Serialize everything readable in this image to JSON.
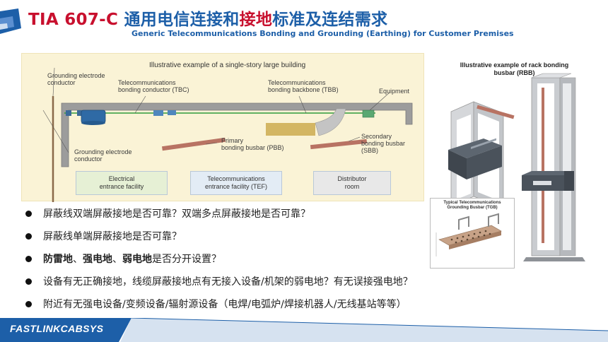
{
  "header": {
    "title_prefix": "TIA 607-C ",
    "title_part1": "通用电信连接和",
    "title_highlight": "接地",
    "title_part2": "标准及连结需求",
    "subtitle": "Generic Telecommunications Bonding and Grounding (Earthing) for Customer Premises"
  },
  "diagram": {
    "title": "Illustrative example of a single-story large building",
    "labels": {
      "gec_top_1": "Grounding electrode",
      "gec_top_2": "conductor",
      "tbc_1": "Telecommunications",
      "tbc_2": "bonding conductor (TBC)",
      "tbb_1": "Telecommunications",
      "tbb_2": "bonding backbone (TBB)",
      "equipment": "Equipment",
      "gec_bottom_1": "Grounding electrode",
      "gec_bottom_2": "conductor",
      "pbb_1": "Primary",
      "pbb_2": "bonding busbar (PBB)",
      "sbb_1": "Secondary",
      "sbb_2": "bonding busbar",
      "sbb_3": "(SBB)"
    },
    "facilities": [
      {
        "line1": "Electrical",
        "line2": "entrance facility"
      },
      {
        "line1": "Telecommunications",
        "line2": "entrance facility (TEF)"
      },
      {
        "line1": "Distributor",
        "line2": "room"
      }
    ]
  },
  "rack": {
    "title_line1": "Illustrative example of rack bonding",
    "title_line2": "busbar (RBB)",
    "tgb_line1": "Typical Telecommunications",
    "tgb_line2": "Grounding Busbar (TGB)"
  },
  "bullets": [
    {
      "pre": "屏蔽线双端屏蔽接地是否可靠？双端多点屏蔽接地是否可靠？"
    },
    {
      "pre": "屏蔽线单端屏蔽接地是否可靠？"
    },
    {
      "b1": "防雷地",
      "s1": "、",
      "b2": "强电地",
      "s2": "、",
      "b3": "弱电地",
      "post": " 是否分开设置？"
    },
    {
      "pre": "设备有无正确接地，线缆屏蔽接地点有无接入设备/机架的弱电地？有无误接强电地？"
    },
    {
      "pre": "附近有无强电设备/变频设备/辐射源设备（电焊/电弧炉/焊接机器人/无线基站等等）"
    }
  ],
  "footer": {
    "brand": "FASTLINKCABSYS"
  },
  "colors": {
    "title_red": "#c8102e",
    "title_blue": "#1d5fa8",
    "footer_blue": "#1d5fa8",
    "diagram_bg": "#faf3d6",
    "facility_green": "#e6f0d5",
    "facility_blue": "#e3ecf5",
    "facility_gray": "#e8e8e8",
    "busbar": "#b87363"
  }
}
